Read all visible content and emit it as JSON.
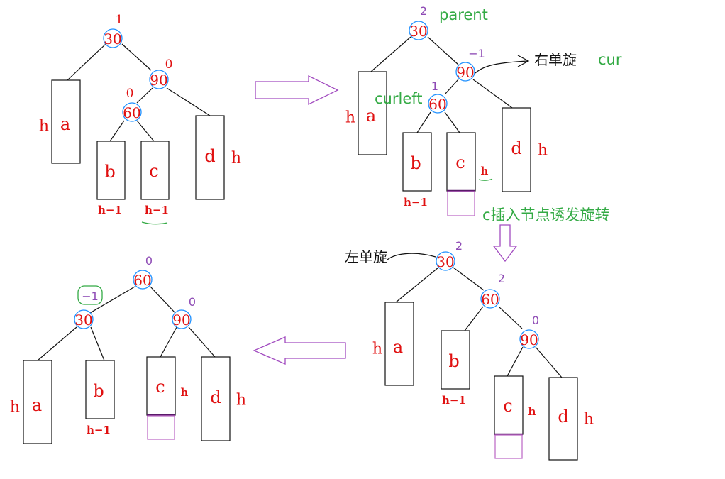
{
  "panels": {
    "p1": {
      "nodes": {
        "root": "30",
        "right": "90",
        "rl": "60"
      },
      "balances": {
        "root": "1",
        "right": "0",
        "rl": "0"
      },
      "subtrees": {
        "a": "a",
        "b": "b",
        "c": "c",
        "d": "d"
      },
      "heights": {
        "a": "h",
        "d": "h",
        "b": "h−1",
        "c": "h−1"
      }
    },
    "p2": {
      "nodes": {
        "root": "30",
        "right": "90",
        "rl": "60"
      },
      "balances": {
        "root": "2",
        "right": "−1",
        "rl": "1"
      },
      "subtrees": {
        "a": "a",
        "b": "b",
        "c": "c",
        "d": "d"
      },
      "heights": {
        "a": "h",
        "d": "h",
        "b": "h−1",
        "c": "h"
      },
      "labels": {
        "parent": "parent",
        "cur": "cur",
        "curleft": "curleft",
        "rotate_right": "右单旋"
      }
    },
    "p3": {
      "nodes": {
        "root": "30",
        "right": "60",
        "rr": "90"
      },
      "balances": {
        "root": "2",
        "right": "2",
        "rr": "0"
      },
      "subtrees": {
        "a": "a",
        "b": "b",
        "c": "c",
        "d": "d"
      },
      "heights": {
        "a": "h",
        "b": "h−1",
        "c": "h",
        "d": "h"
      },
      "labels": {
        "rotate_left": "左单旋"
      }
    },
    "p4": {
      "nodes": {
        "root": "60",
        "left": "30",
        "right": "90"
      },
      "balances": {
        "root": "0",
        "left": "−1",
        "right": "0"
      },
      "subtrees": {
        "a": "a",
        "b": "b",
        "c": "c",
        "d": "d"
      },
      "heights": {
        "a": "h",
        "b": "h−1",
        "c": "h",
        "d": "h"
      }
    }
  },
  "caption": "c插入节点诱发旋转",
  "colors": {
    "red": "#e01010",
    "purple": "#8e4bb5",
    "green": "#33aa44",
    "node_ring": "#1e90ff",
    "arrow": "#a24cc0"
  }
}
